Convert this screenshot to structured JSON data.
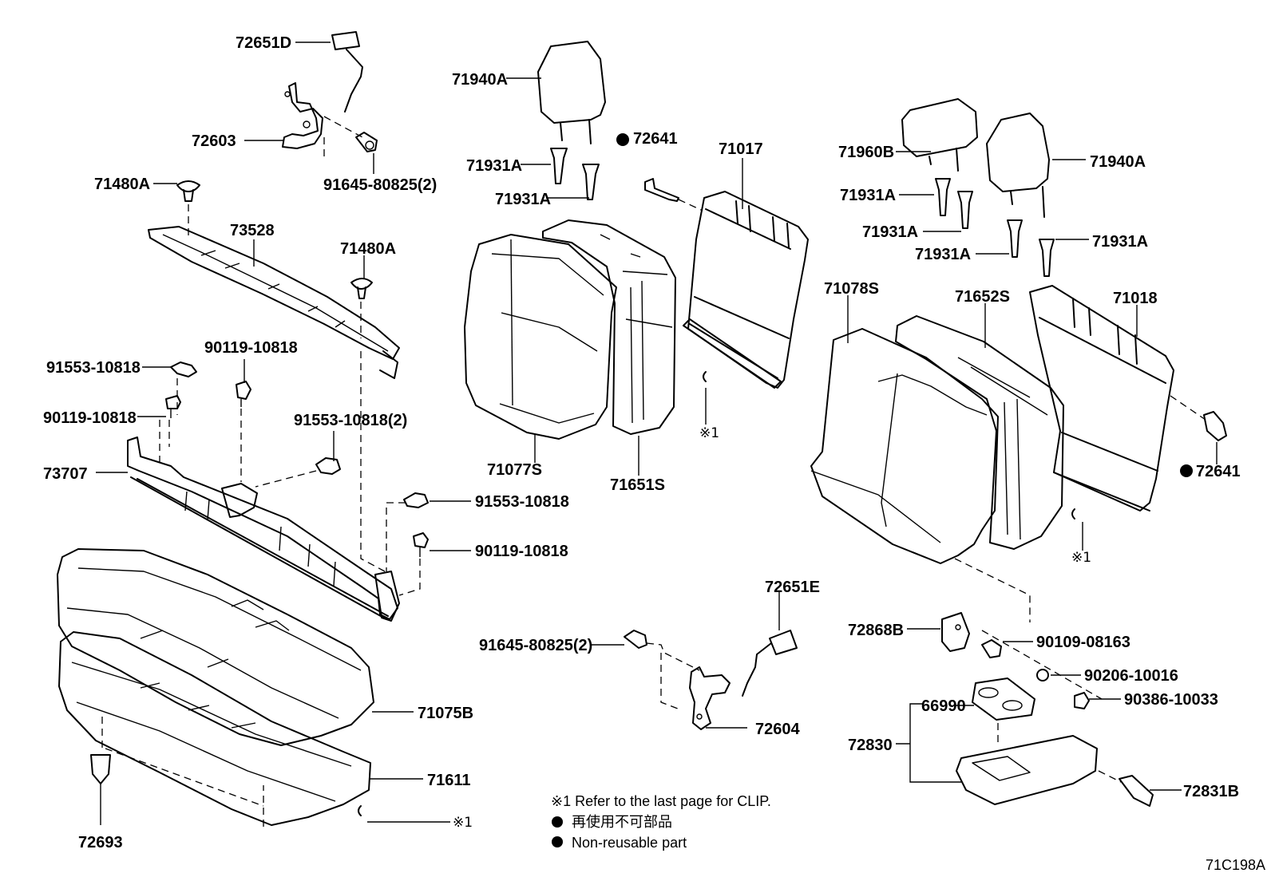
{
  "parts": {
    "p72651D": "72651D",
    "p72603": "72603",
    "p91645_top": "91645-80825(2)",
    "p71480A_1": "71480A",
    "p73528": "73528",
    "p71480A_2": "71480A",
    "p91553_1": "91553-10818",
    "p90119_1": "90119-10818",
    "p90119_2": "90119-10818",
    "p91553_2x": "91553-10818(2)",
    "p73707": "73707",
    "p91553_3": "91553-10818",
    "p90119_3": "90119-10818",
    "p71075B": "71075B",
    "p71611": "71611",
    "p72693": "72693",
    "p71940A_1": "71940A",
    "p72641_1": "72641",
    "p71017": "71017",
    "p71931A_1": "71931A",
    "p71931A_2": "71931A",
    "p71077S": "71077S",
    "p71651S": "71651S",
    "p91645_bot": "91645-80825(2)",
    "p72651E": "72651E",
    "p72604": "72604",
    "p71960B": "71960B",
    "p71940A_2": "71940A",
    "p71931A_3": "71931A",
    "p71931A_4": "71931A",
    "p71931A_5": "71931A",
    "p71931A_6": "71931A",
    "p71078S": "71078S",
    "p71652S": "71652S",
    "p71018": "71018",
    "p72641_2": "72641",
    "p72868B": "72868B",
    "p90109": "90109-08163",
    "p90206": "90206-10016",
    "p90386": "90386-10033",
    "p66990": "66990",
    "p72830": "72830",
    "p72831B": "72831B"
  },
  "clip_refs": {
    "ref1": "※1",
    "ref2": "※1",
    "ref3": "※1"
  },
  "legend": {
    "clip_note": "※1 Refer to the last page for CLIP.",
    "nonreusable_jp": "再使用不可部品",
    "nonreusable_en": "Non-reusable part"
  },
  "diagram_code": "71C198A"
}
